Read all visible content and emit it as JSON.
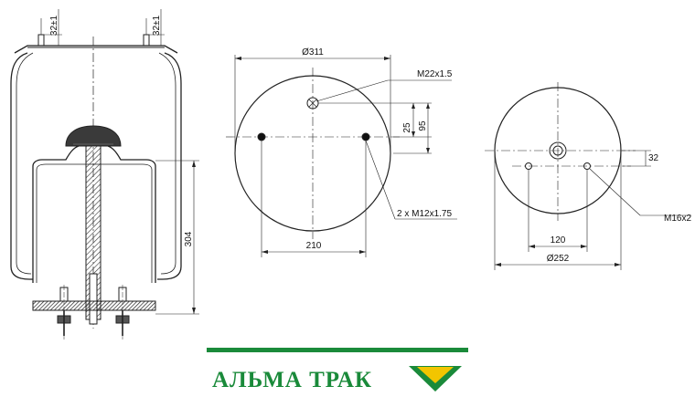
{
  "side_view": {
    "stud_height_left": "32±1",
    "stud_height_right": "32±1",
    "height_304": "304"
  },
  "top_view": {
    "diameter": "Ø311",
    "air_port_thread": "M22x1.5",
    "offset_25": "25",
    "offset_95": "95",
    "stud_thread": "2 x M12x1.75",
    "stud_spacing": "210"
  },
  "bottom_view": {
    "offset_32": "32",
    "bolt_thread": "M16x2",
    "bolt_spacing": "120",
    "diameter": "Ø252"
  },
  "logo": {
    "text": "АЛЬМА ТРАК",
    "green": "#1a8a3a",
    "yellow": "#f2c500"
  }
}
